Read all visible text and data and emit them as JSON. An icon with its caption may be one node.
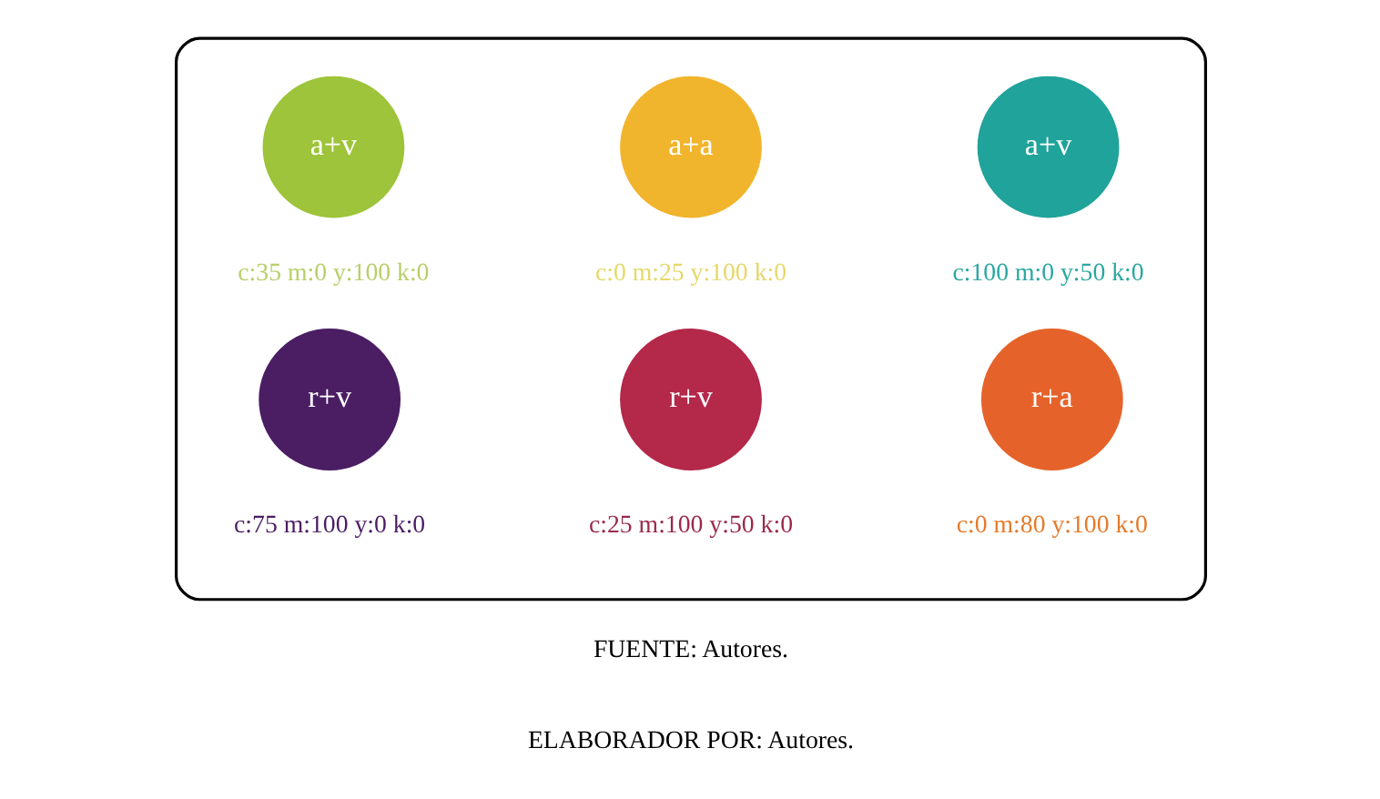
{
  "diagram": {
    "nodes": [
      {
        "text": [],
        "shape": "box"
      },
      {
        "text": [
          "a+v"
        ],
        "in": 0,
        "beside": [
          "c:35 m:0 y:100 k:0"
        ]
      },
      {
        "text": [
          "a+a"
        ],
        "in": 0,
        "beside": [
          "c:0 m:25 y:100 k:0"
        ]
      },
      {
        "text": [
          "a+v"
        ],
        "in": 0,
        "beside": [
          "c:100 m:0 y:50 k:0"
        ]
      },
      {
        "text": [
          "r+v"
        ],
        "in": 0,
        "beside": [
          "c:75 m:100 y:0 k:0"
        ]
      },
      {
        "text": [
          "r+v"
        ],
        "in": 0,
        "beside": [
          "c:25 m:100 y:50 k:0"
        ]
      },
      {
        "text": [
          "r+a"
        ],
        "in": 0,
        "beside": [
          "c:0 m:80 y:100 k:0"
        ]
      }
    ],
    "edges": [],
    "labels": [
      "FUENTE: Autores.",
      "ELABORADOR POR: Autores."
    ]
  }
}
